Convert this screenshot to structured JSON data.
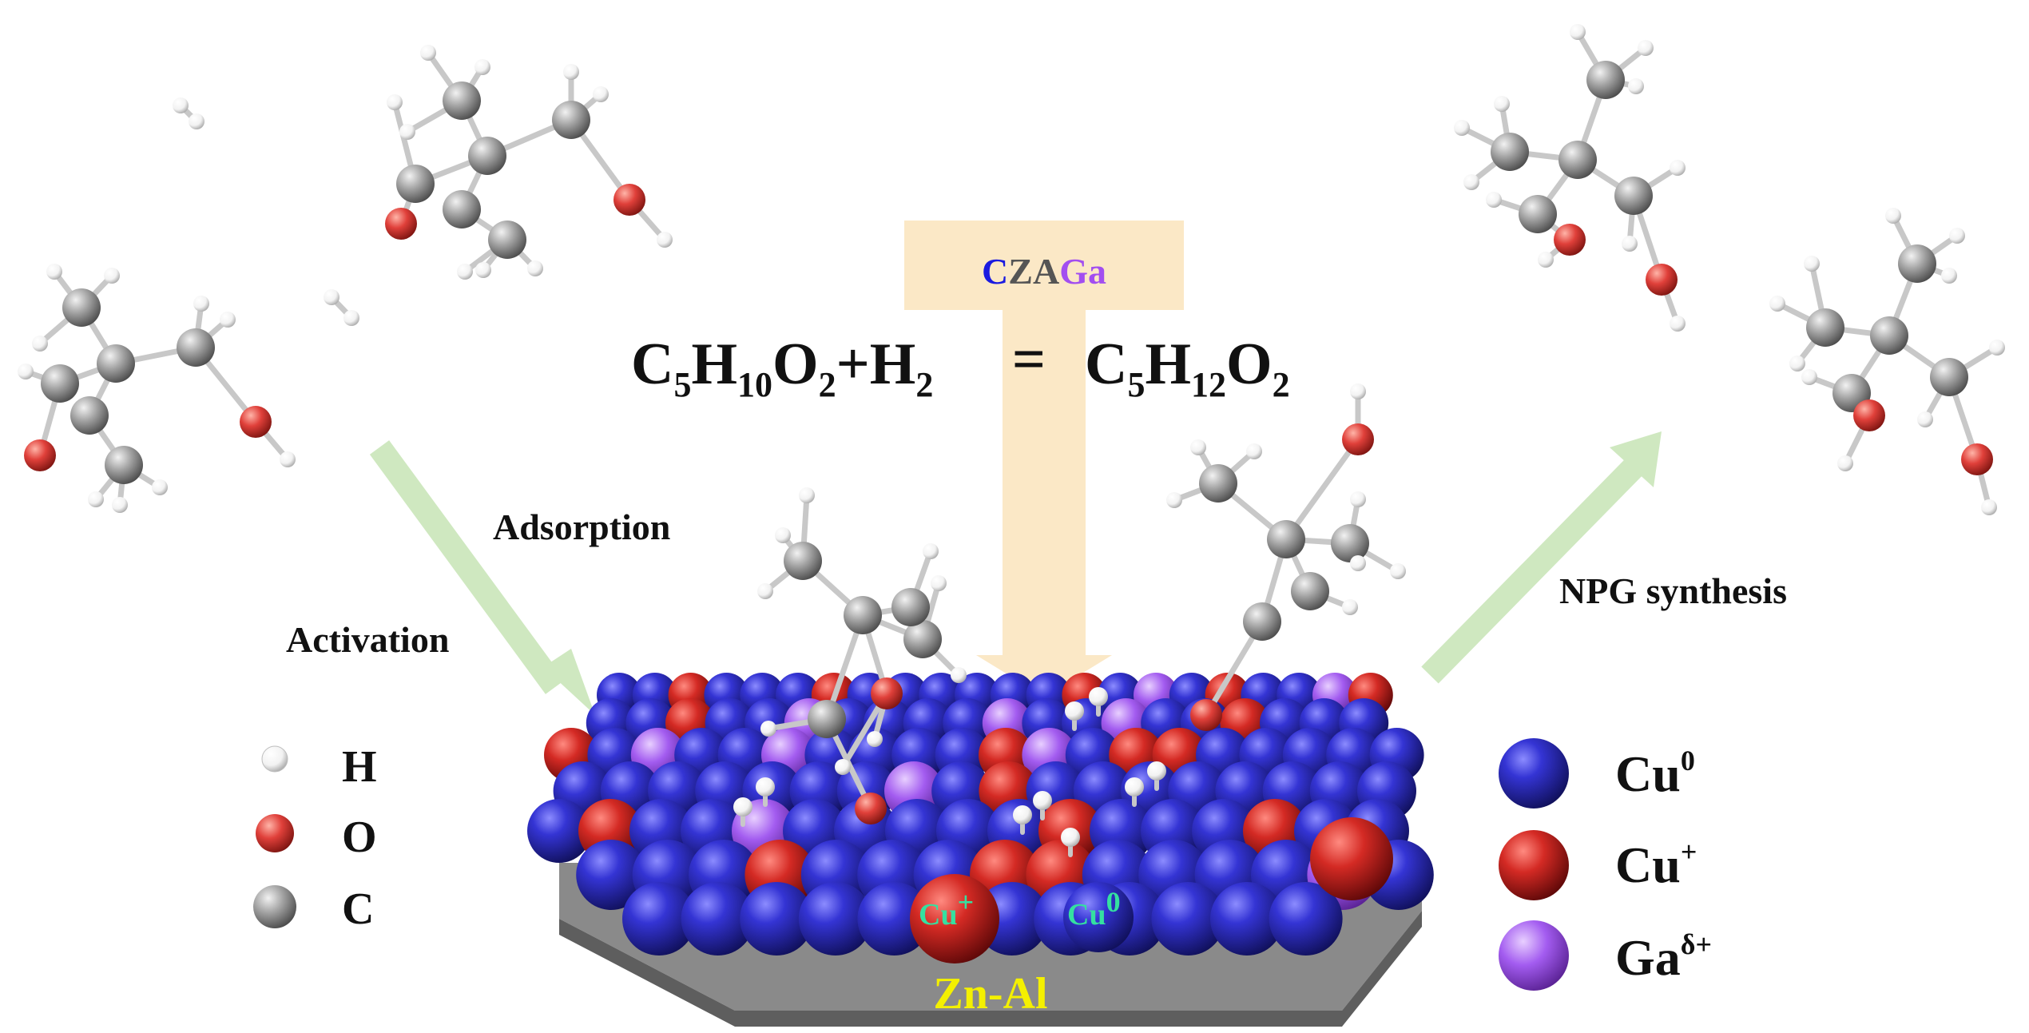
{
  "catalyst": {
    "name_segments": [
      {
        "text": "C",
        "color": "#1a1ae0"
      },
      {
        "text": "Z",
        "color": "#555555"
      },
      {
        "text": "A",
        "color": "#555555"
      },
      {
        "text": "Ga",
        "color": "#a24ef0"
      }
    ],
    "box_color": "#fbe8c6"
  },
  "equation": {
    "reactant1": {
      "parts": [
        "C",
        "5",
        "H",
        "10",
        "O",
        "2"
      ]
    },
    "plus": "+",
    "reactant2": {
      "parts": [
        "H",
        "2"
      ]
    },
    "equals": "=",
    "product": {
      "parts": [
        "C",
        "5",
        "H",
        "12",
        "O",
        "2"
      ]
    }
  },
  "steps": {
    "activation": "Activation",
    "adsorption": "Adsorption",
    "synthesis": "NPG synthesis"
  },
  "atom_legend": [
    {
      "symbol": "H",
      "color": "#ffffff"
    },
    {
      "symbol": "O",
      "color": "#e0403a"
    },
    {
      "symbol": "C",
      "color": "#9a9a9a"
    }
  ],
  "site_legend": [
    {
      "base": "Cu",
      "charge": "0",
      "color": "#2a2ab8"
    },
    {
      "base": "Cu",
      "charge": "+",
      "color": "#c42020"
    },
    {
      "base": "Ga",
      "charge": "δ+",
      "color": "#a35cf0"
    }
  ],
  "surface_labels": {
    "cu_plus": {
      "base": "Cu",
      "charge": "+"
    },
    "cu_zero": {
      "base": "Cu",
      "charge": "0"
    },
    "support": "Zn-Al"
  },
  "colors": {
    "arrow": "#cfe8c0",
    "cu0": "#2a2ab8",
    "cu_plus": "#c42020",
    "ga": "#a35cf0",
    "support": "#8a8a8a",
    "surface_label": "#35e0a0",
    "support_label": "#f4f000"
  }
}
